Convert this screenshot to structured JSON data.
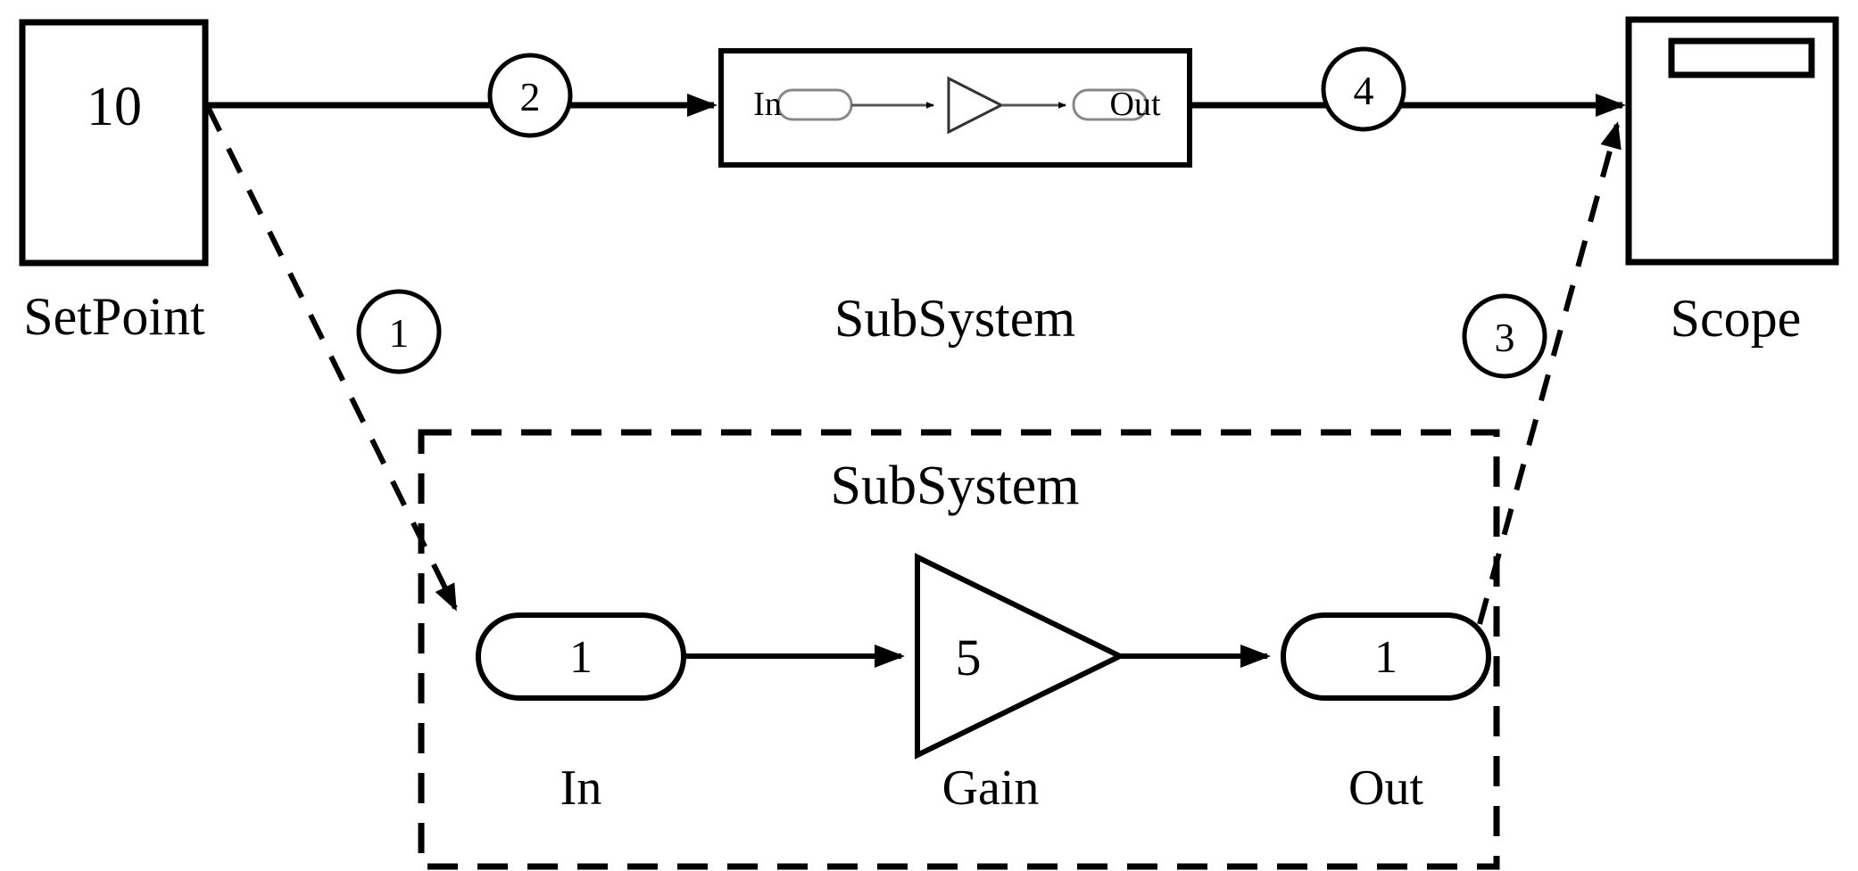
{
  "diagram": {
    "title": "Simulink block diagram with subsystem expansion",
    "background_color": "#ffffff",
    "stroke_color": "#000000"
  },
  "top_level": {
    "setpoint_block": {
      "name": "SetPoint",
      "value": "10",
      "label": "SetPoint",
      "shape": "rectangle"
    },
    "subsystem_block": {
      "label": "SubSystem",
      "shape": "rectangle",
      "contents": {
        "in_port_text": "In",
        "out_port_text": "Out",
        "gain_shape": "triangle"
      }
    },
    "scope_block": {
      "label": "Scope",
      "shape": "rectangle-with-display-bar"
    }
  },
  "expanded_subsystem": {
    "title": "SubSystem",
    "border": "dashed",
    "blocks": [
      {
        "label": "In",
        "value": "1",
        "shape": "rounded-port"
      },
      {
        "label": "Gain",
        "value": "5",
        "shape": "triangle"
      },
      {
        "label": "Out",
        "value": "1",
        "shape": "rounded-port"
      }
    ]
  },
  "annotations": [
    {
      "id": "1",
      "glyph": "1",
      "style": "circled",
      "meaning": "subsystem-expansion-link-left"
    },
    {
      "id": "2",
      "glyph": "2",
      "style": "circled",
      "meaning": "setpoint-to-subsystem-signal"
    },
    {
      "id": "3",
      "glyph": "3",
      "style": "circled",
      "meaning": "subsystem-expansion-link-right"
    },
    {
      "id": "4",
      "glyph": "4",
      "style": "circled",
      "meaning": "subsystem-to-scope-signal"
    }
  ]
}
